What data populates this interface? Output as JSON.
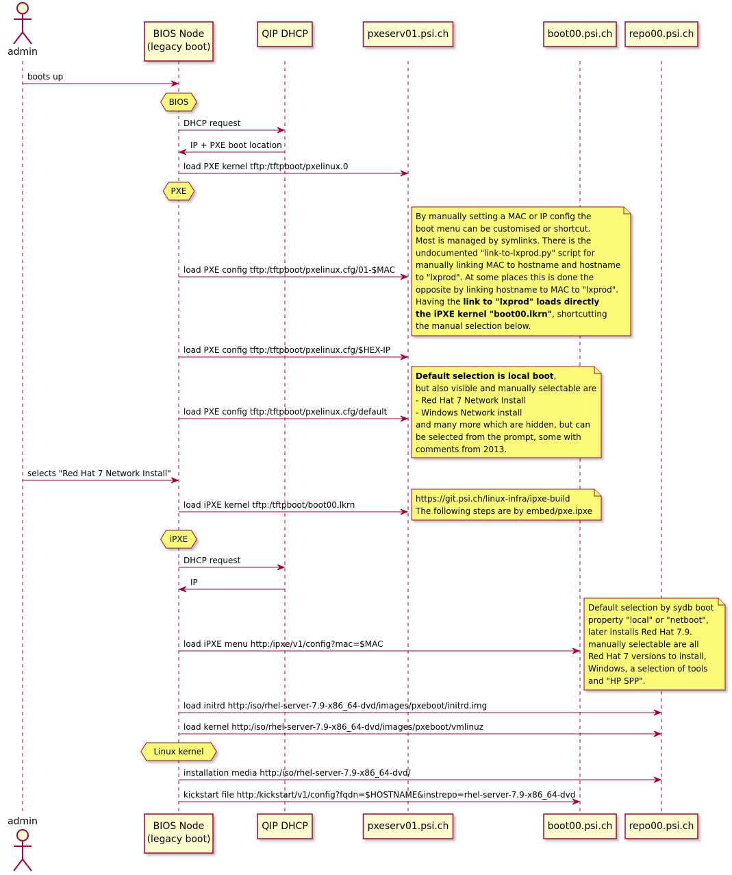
{
  "participants": [
    {
      "id": "admin",
      "type": "actor",
      "lines": [
        "admin"
      ]
    },
    {
      "id": "node",
      "type": "box",
      "lines": [
        "BIOS Node",
        "(legacy boot)"
      ]
    },
    {
      "id": "dhcp",
      "type": "box",
      "lines": [
        "QIP DHCP"
      ]
    },
    {
      "id": "pxe",
      "type": "box",
      "lines": [
        "pxeserv01.psi.ch"
      ]
    },
    {
      "id": "boot",
      "type": "box",
      "lines": [
        "boot00.psi.ch"
      ]
    },
    {
      "id": "repo",
      "type": "box",
      "lines": [
        "repo00.psi.ch"
      ]
    }
  ],
  "events": [
    {
      "kind": "msg",
      "from": "admin",
      "to": "node",
      "label": "boots up"
    },
    {
      "kind": "hex",
      "on": "node",
      "label": "BIOS"
    },
    {
      "kind": "msg",
      "from": "node",
      "to": "dhcp",
      "label": "DHCP request"
    },
    {
      "kind": "msg",
      "from": "dhcp",
      "to": "node",
      "label": "IP + PXE boot location"
    },
    {
      "kind": "msg",
      "from": "node",
      "to": "pxe",
      "label": "load PXE kernel tftp:/tftpboot/pxelinux.0"
    },
    {
      "kind": "hex",
      "on": "node",
      "label": "PXE"
    },
    {
      "kind": "msg",
      "from": "node",
      "to": "pxe",
      "label": "load PXE config tftp:/tftpboot/pxelinux.cfg/01-$MAC",
      "note": {
        "right_of": "pxe",
        "lines": [
          [
            {
              "t": "By manually setting a MAC or IP config the"
            }
          ],
          [
            {
              "t": "boot menu can be customised or shortcut."
            }
          ],
          [
            {
              "t": "Most is managed by symlinks. There is the"
            }
          ],
          [
            {
              "t": "undocumented \"link-to-lxprod.py\" script for"
            }
          ],
          [
            {
              "t": "manually linking MAC to hostname and hostname"
            }
          ],
          [
            {
              "t": "to \"lxprod\". At some places this is done the"
            }
          ],
          [
            {
              "t": "opposite by linking hostname to MAC to \"lxprod\"."
            }
          ],
          [
            {
              "t": "Having the "
            },
            {
              "t": "link to \"lxprod\" loads directly",
              "b": true
            }
          ],
          [
            {
              "t": "the iPXE kernel \"boot00.lkrn\"",
              "b": true
            },
            {
              "t": ", shortcutting"
            }
          ],
          [
            {
              "t": "the manual selection below."
            }
          ]
        ]
      }
    },
    {
      "kind": "msg",
      "from": "node",
      "to": "pxe",
      "label": "load PXE config tftp:/tftpboot/pxelinux.cfg/$HEX-IP"
    },
    {
      "kind": "msg",
      "from": "node",
      "to": "pxe",
      "label": "load PXE config tftp:/tftpboot/pxelinux.cfg/default",
      "note": {
        "right_of": "pxe",
        "lines": [
          [
            {
              "t": "Default selection is local boot",
              "b": true
            },
            {
              "t": ","
            }
          ],
          [
            {
              "t": "but also visible and manually selectable are"
            }
          ],
          [
            {
              "t": "- Red Hat 7 Network Install"
            }
          ],
          [
            {
              "t": "- Windows Network install"
            }
          ],
          [
            {
              "t": "and many more which are hidden, but can"
            }
          ],
          [
            {
              "t": "be selected from the prompt, some with"
            }
          ],
          [
            {
              "t": "comments from 2013."
            }
          ]
        ]
      }
    },
    {
      "kind": "msg",
      "from": "admin",
      "to": "node",
      "label": "selects \"Red Hat 7 Network Install\""
    },
    {
      "kind": "msg",
      "from": "node",
      "to": "pxe",
      "label": "load iPXE kernel tftp:/tftpboot/boot00.lkrn",
      "note": {
        "right_of": "pxe",
        "lines": [
          [
            {
              "t": "https://git.psi.ch/linux-infra/ipxe-build"
            }
          ],
          [
            {
              "t": "The following steps are by embed/pxe.ipxe"
            }
          ]
        ]
      }
    },
    {
      "kind": "hex",
      "on": "node",
      "label": "iPXE"
    },
    {
      "kind": "msg",
      "from": "node",
      "to": "dhcp",
      "label": "DHCP request"
    },
    {
      "kind": "msg",
      "from": "dhcp",
      "to": "node",
      "label": "IP"
    },
    {
      "kind": "msg",
      "from": "node",
      "to": "boot",
      "label": "load iPXE menu http:/ipxe/v1/config?mac=$MAC",
      "note": {
        "right_of": "boot",
        "lines": [
          [
            {
              "t": "Default selection by sydb boot"
            }
          ],
          [
            {
              "t": "property \"local\" or \"netboot\","
            }
          ],
          [
            {
              "t": "later installs Red Hat 7.9."
            }
          ],
          [
            {
              "t": "manually selectable are all"
            }
          ],
          [
            {
              "t": "Red Hat 7 versions to install,"
            }
          ],
          [
            {
              "t": "Windows, a selection of tools"
            }
          ],
          [
            {
              "t": "and \"HP SPP\"."
            }
          ]
        ]
      }
    },
    {
      "kind": "msg",
      "from": "node",
      "to": "repo",
      "label": "load initrd http:/iso/rhel-server-7.9-x86_64-dvd/images/pxeboot/initrd.img"
    },
    {
      "kind": "msg",
      "from": "node",
      "to": "repo",
      "label": "load kernel http:/iso/rhel-server-7.9-x86_64-dvd/images/pxeboot/vmlinuz"
    },
    {
      "kind": "hex",
      "on": "node",
      "label": "Linux kernel"
    },
    {
      "kind": "msg",
      "from": "node",
      "to": "repo",
      "label": "installation media http:/iso/rhel-server-7.9-x86_64-dvd/"
    },
    {
      "kind": "msg",
      "from": "node",
      "to": "boot",
      "label": "kickstart file http:/kickstart/v1/config?fqdn=$HOSTNAME&instrepo=rhel-server-7.9-x86_64-dvd"
    }
  ],
  "colors": {
    "arrow": "#A80036",
    "box_fill": "#FEFECE",
    "box_border": "#A80036",
    "note_fill": "#FBFB77",
    "note_border": "#A80036",
    "lifeline": "#A80036"
  }
}
